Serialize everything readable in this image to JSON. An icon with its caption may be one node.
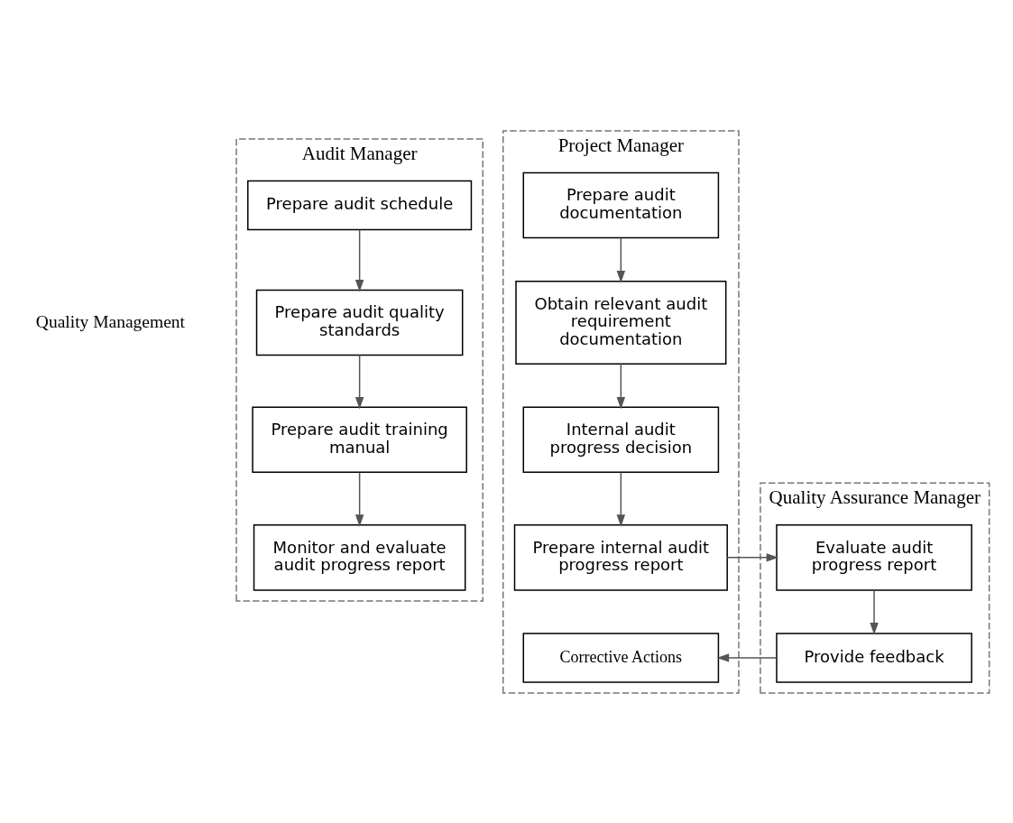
{
  "diagram": {
    "nodes": [
      {
        "text": [
          "Audit Manager"
        ]
      },
      {
        "text": [
          "Prepare audit schedule"
        ],
        "in": 0
      },
      {
        "text": [
          "Prepare audit quality standards"
        ],
        "in": 0
      },
      {
        "text": [
          "Prepare audit training manual"
        ],
        "in": 0
      },
      {
        "text": [
          "Monitor and evaluate audit progress report"
        ],
        "in": 0
      },
      {
        "text": [
          "Project Manager"
        ]
      },
      {
        "text": [
          "Prepare audit documentation"
        ],
        "in": 5
      },
      {
        "text": [
          "Obtain relevant audit requirement documentation"
        ],
        "in": 5
      },
      {
        "text": [
          "Internal audit progress decision"
        ],
        "in": 5
      },
      {
        "text": [
          "Prepare internal audit progress report"
        ],
        "in": 5
      },
      {
        "text": [
          "Corrective Actions"
        ],
        "in": 5
      },
      {
        "text": [
          "Quality Assurance Manager"
        ]
      },
      {
        "text": [
          "Evaluate audit progress report"
        ],
        "in": 11
      },
      {
        "text": [
          "Provide feedback"
        ],
        "in": 11
      }
    ],
    "edges": [
      {
        "from": 1,
        "to": 2,
        "arrow": "to"
      },
      {
        "from": 2,
        "to": 3,
        "arrow": "to"
      },
      {
        "from": 3,
        "to": 4,
        "arrow": "to"
      },
      {
        "from": 6,
        "to": 7,
        "arrow": "to"
      },
      {
        "from": 7,
        "to": 8,
        "arrow": "to"
      },
      {
        "from": 8,
        "to": 9,
        "arrow": "to"
      },
      {
        "from": 9,
        "to": 12,
        "arrow": "to"
      },
      {
        "from": 12,
        "to": 13,
        "arrow": "to"
      },
      {
        "from": 13,
        "to": 10,
        "arrow": "to"
      }
    ],
    "labels": [
      "Quality Management"
    ]
  }
}
